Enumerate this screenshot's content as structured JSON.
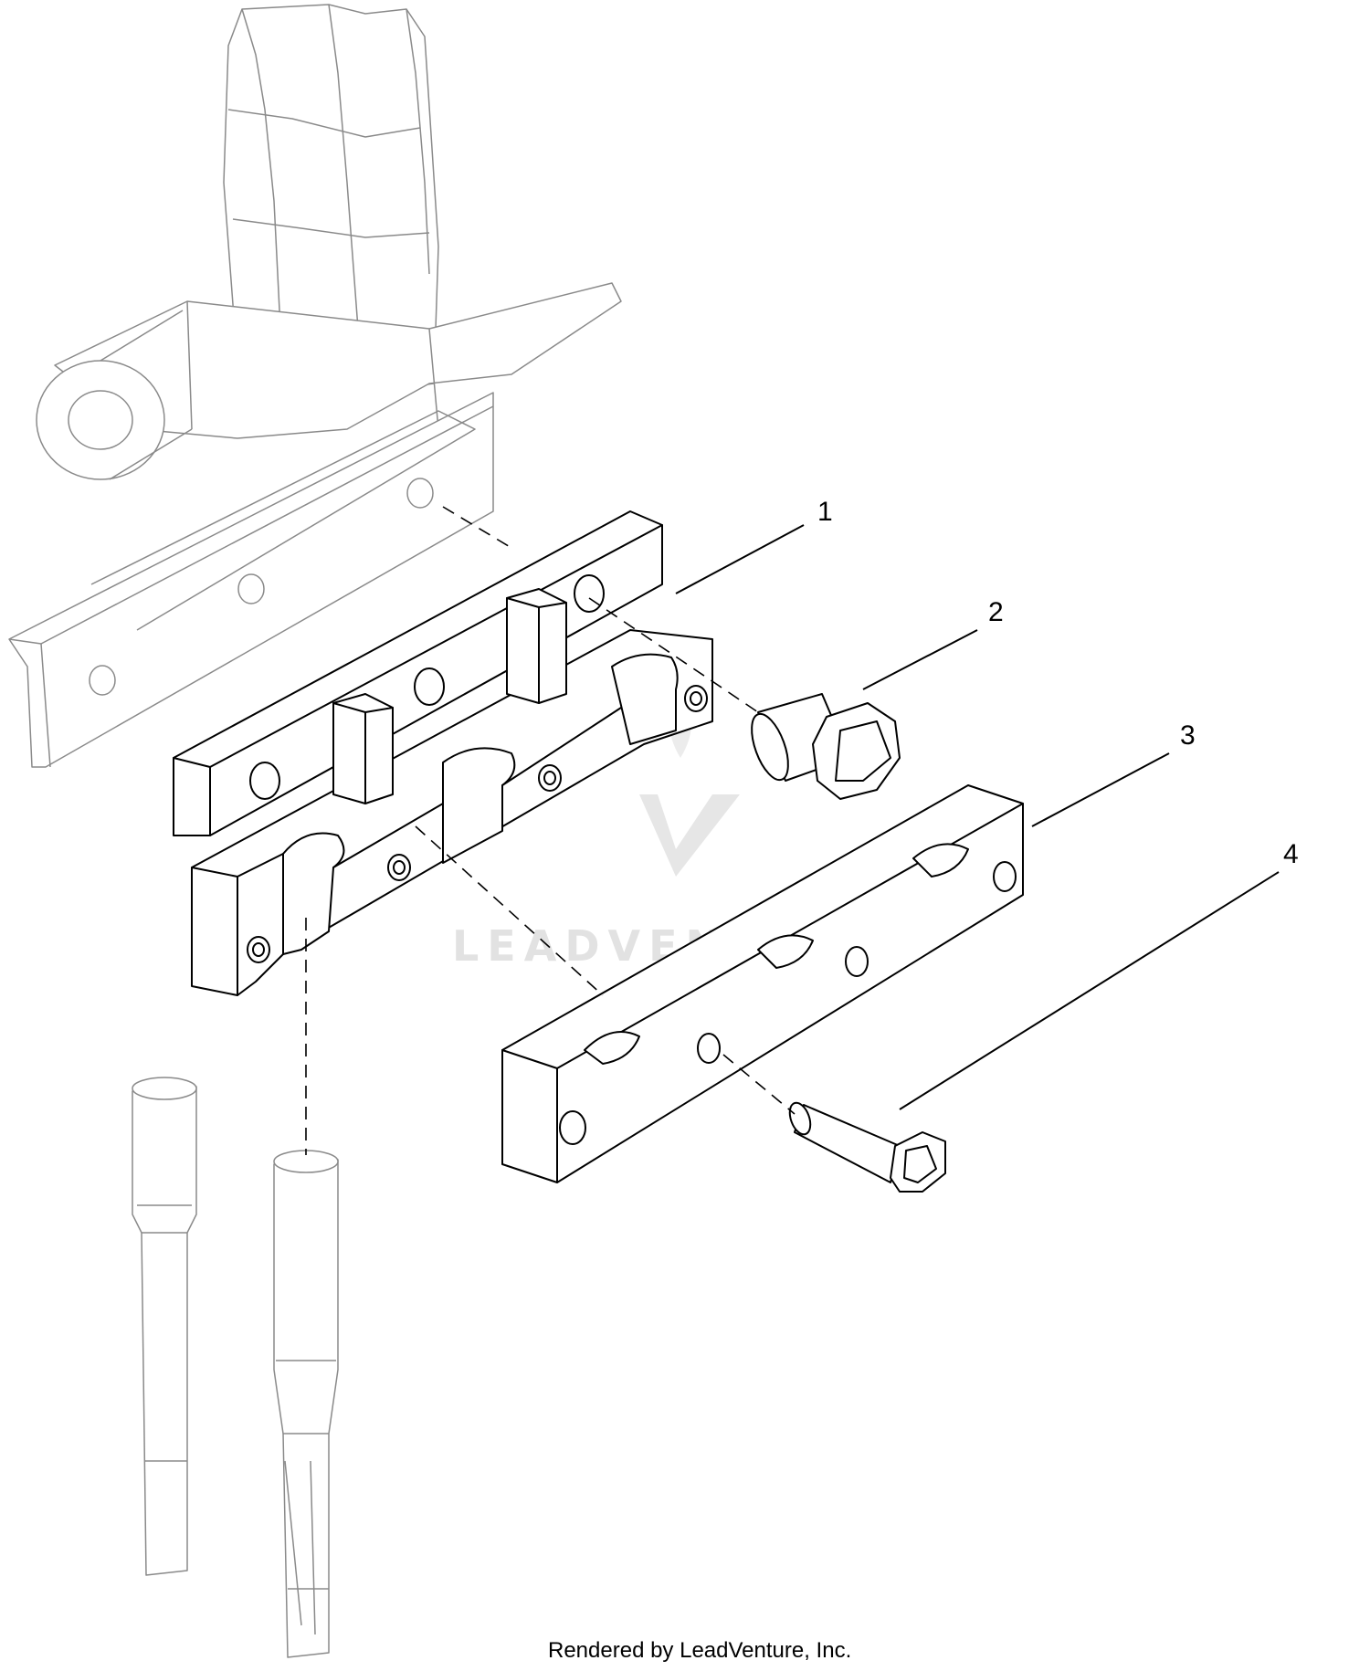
{
  "diagram": {
    "callouts": [
      "1",
      "2",
      "3",
      "4"
    ],
    "footer": "Rendered by LeadVenture, Inc.",
    "watermark": "LEADVENTURE"
  }
}
